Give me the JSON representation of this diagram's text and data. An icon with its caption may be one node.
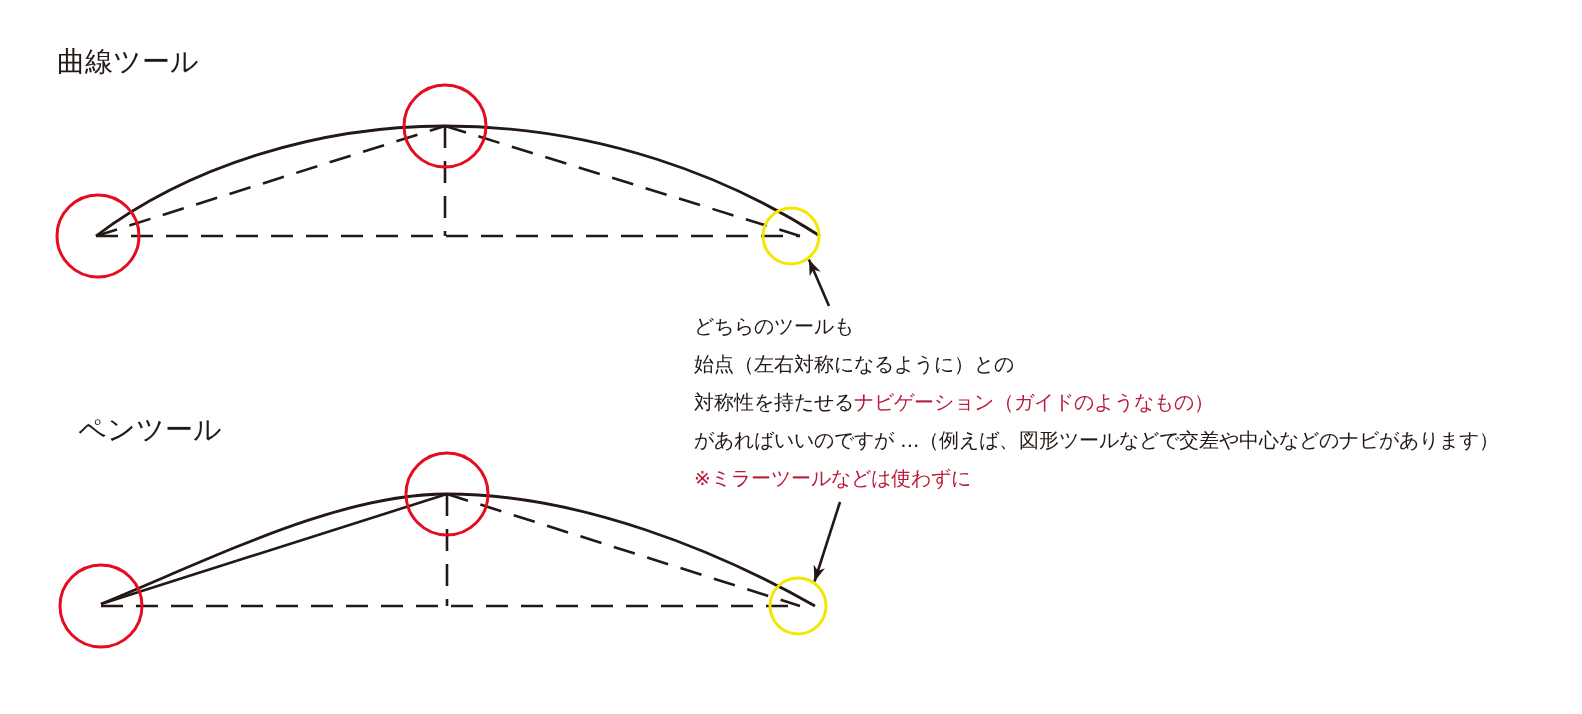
{
  "diagram": {
    "nodes": [
      {
        "text": [],
        "shape": "circle"
      },
      {
        "text": [],
        "shape": "circle"
      },
      {
        "text": [],
        "shape": "circle"
      },
      {
        "text": [
          "どちらのツールも",
          "始点（左右対称になるように）との",
          "対称性を持たせる",
          "ナビゲーション（ガイドのようなもの）",
          "があればいいのですが ...（例えば、図形ツールなどで交差や中心などのナビがあります）",
          "※ミラーツールなどは使わずに"
        ]
      },
      {
        "text": [],
        "shape": "circle"
      },
      {
        "text": [],
        "shape": "circle"
      },
      {
        "text": [],
        "shape": "circle"
      }
    ],
    "edges": [
      {
        "from": 3,
        "to": 2,
        "arrow": "to"
      },
      {
        "from": 3,
        "to": 6,
        "arrow": "to"
      }
    ],
    "labels": [
      "曲線ツール",
      "ペンツール"
    ]
  }
}
